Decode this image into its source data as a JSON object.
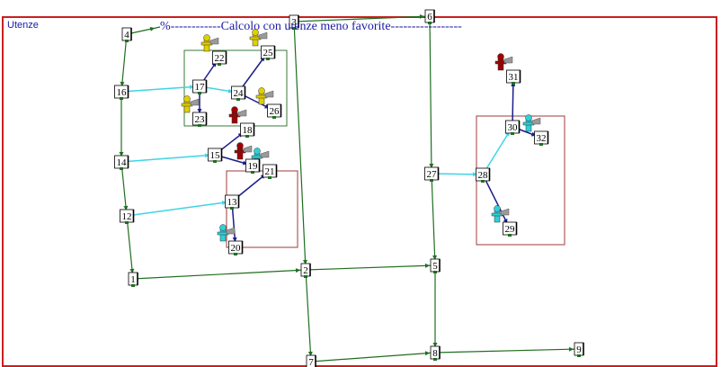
{
  "panel": {
    "title": "Utenze"
  },
  "header": {
    "text": "%------------Calcolo con utenze meno favorite-----------------"
  },
  "colors": {
    "frame": "#c8201e",
    "pipe_main": "#1f6e1f",
    "link_cyan": "#3fd4e4",
    "link_navy": "#1c1c8c",
    "zone_green": "#3a7a3a",
    "zone_red": "#a03a3a",
    "user_yellow": "#e0d000",
    "user_cyan": "#30d0d8",
    "user_red": "#a00000",
    "text_blue": "#1a1aa8"
  },
  "nodes": [
    {
      "id": "1",
      "label": "1"
    },
    {
      "id": "2",
      "label": "2"
    },
    {
      "id": "3",
      "label": "3"
    },
    {
      "id": "4",
      "label": "4"
    },
    {
      "id": "5",
      "label": "5"
    },
    {
      "id": "6",
      "label": "6"
    },
    {
      "id": "7",
      "label": "7"
    },
    {
      "id": "8",
      "label": "8"
    },
    {
      "id": "9",
      "label": "9"
    },
    {
      "id": "12",
      "label": "12"
    },
    {
      "id": "13",
      "label": "13"
    },
    {
      "id": "14",
      "label": "14"
    },
    {
      "id": "15",
      "label": "15"
    },
    {
      "id": "16",
      "label": "16"
    },
    {
      "id": "17",
      "label": "17"
    },
    {
      "id": "18",
      "label": "18"
    },
    {
      "id": "19",
      "label": "19"
    },
    {
      "id": "20",
      "label": "20"
    },
    {
      "id": "21",
      "label": "21"
    },
    {
      "id": "22",
      "label": "22"
    },
    {
      "id": "23",
      "label": "23"
    },
    {
      "id": "24",
      "label": "24"
    },
    {
      "id": "25",
      "label": "25"
    },
    {
      "id": "26",
      "label": "26"
    },
    {
      "id": "27",
      "label": "27"
    },
    {
      "id": "28",
      "label": "28"
    },
    {
      "id": "29",
      "label": "29"
    },
    {
      "id": "30",
      "label": "30"
    },
    {
      "id": "31",
      "label": "31"
    },
    {
      "id": "32",
      "label": "32"
    }
  ],
  "pipes": [
    {
      "from": "4",
      "to": "16",
      "kind": "main"
    },
    {
      "from": "16",
      "to": "14",
      "kind": "main"
    },
    {
      "from": "14",
      "to": "12",
      "kind": "main"
    },
    {
      "from": "12",
      "to": "1",
      "kind": "main"
    },
    {
      "from": "1",
      "to": "2",
      "kind": "main"
    },
    {
      "from": "2",
      "to": "5",
      "kind": "main"
    },
    {
      "from": "3",
      "to": "2",
      "kind": "main"
    },
    {
      "from": "2",
      "to": "7",
      "kind": "main"
    },
    {
      "from": "6",
      "to": "27",
      "kind": "main"
    },
    {
      "from": "27",
      "to": "5",
      "kind": "main"
    },
    {
      "from": "5",
      "to": "8",
      "kind": "main"
    },
    {
      "from": "7",
      "to": "8",
      "kind": "main"
    },
    {
      "from": "8",
      "to": "9",
      "kind": "main"
    },
    {
      "from": "3",
      "to": "6",
      "kind": "main"
    },
    {
      "from": "4",
      "to": "header",
      "kind": "main"
    },
    {
      "from": "16",
      "to": "17",
      "kind": "cyan"
    },
    {
      "from": "14",
      "to": "15",
      "kind": "cyan"
    },
    {
      "from": "12",
      "to": "13",
      "kind": "cyan"
    },
    {
      "from": "27",
      "to": "28",
      "kind": "cyan"
    },
    {
      "from": "17",
      "to": "24",
      "kind": "cyan"
    },
    {
      "from": "28",
      "to": "30",
      "kind": "cyan"
    },
    {
      "from": "17",
      "to": "22",
      "kind": "navy"
    },
    {
      "from": "17",
      "to": "23",
      "kind": "navy"
    },
    {
      "from": "24",
      "to": "25",
      "kind": "navy"
    },
    {
      "from": "24",
      "to": "26",
      "kind": "navy"
    },
    {
      "from": "15",
      "to": "18",
      "kind": "navy"
    },
    {
      "from": "15",
      "to": "19",
      "kind": "navy"
    },
    {
      "from": "13",
      "to": "21",
      "kind": "navy"
    },
    {
      "from": "13",
      "to": "20",
      "kind": "navy"
    },
    {
      "from": "28",
      "to": "29",
      "kind": "navy"
    },
    {
      "from": "30",
      "to": "31",
      "kind": "navy"
    },
    {
      "from": "30",
      "to": "32",
      "kind": "navy"
    }
  ],
  "zones": [
    {
      "name": "zone-17",
      "kind": "green"
    },
    {
      "name": "zone-13",
      "kind": "red"
    },
    {
      "name": "zone-28",
      "kind": "red"
    }
  ],
  "users": [
    {
      "node": "22",
      "color": "yellow"
    },
    {
      "node": "25",
      "color": "yellow"
    },
    {
      "node": "23",
      "color": "yellow"
    },
    {
      "node": "26",
      "color": "yellow"
    },
    {
      "node": "18",
      "color": "red"
    },
    {
      "node": "19",
      "color": "red"
    },
    {
      "node": "21",
      "color": "cyan"
    },
    {
      "node": "20",
      "color": "cyan"
    },
    {
      "node": "31",
      "color": "red"
    },
    {
      "node": "32",
      "color": "cyan"
    },
    {
      "node": "29",
      "color": "cyan"
    }
  ]
}
